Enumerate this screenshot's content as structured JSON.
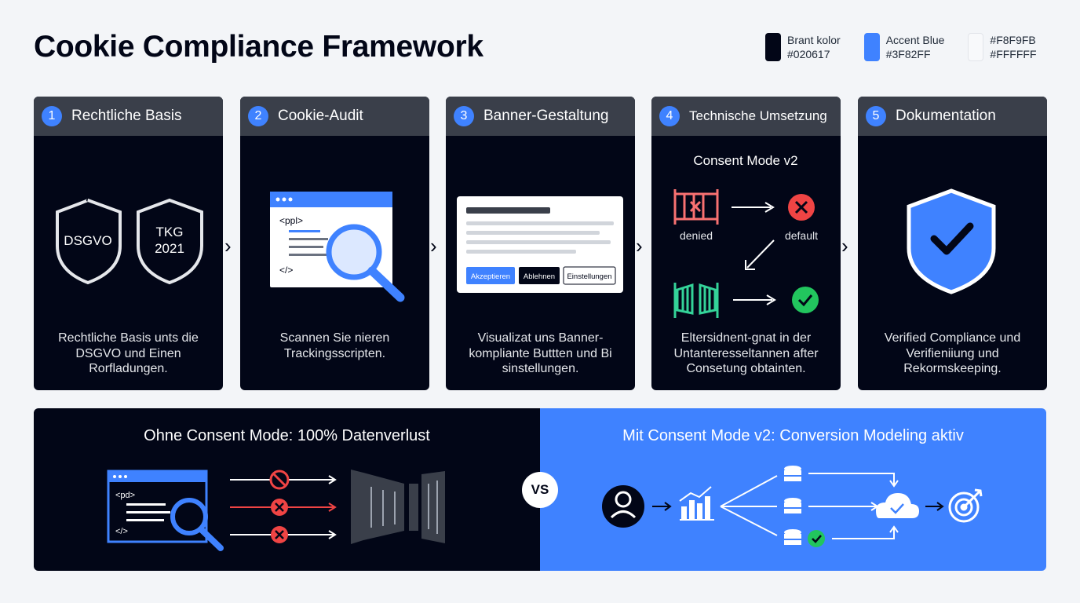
{
  "title": "Cookie Compliance Framework",
  "swatches": [
    {
      "name": "Brant kolor",
      "hex": "#020617",
      "color": "#020617"
    },
    {
      "name": "Accent Blue",
      "hex": "#3F82FF",
      "color": "#3F82FF"
    },
    {
      "name": "#F8F9FB",
      "hex": "#FFFFFF",
      "color": "#F8F9FB"
    }
  ],
  "steps": [
    {
      "num": "1",
      "title": "Rechtliche Basis",
      "desc": "Rechtliche Basis unts die DSGVO und Einen Rorfladungen.",
      "badges": [
        "DSGVO",
        "TKG",
        "2021"
      ]
    },
    {
      "num": "2",
      "title": "Cookie-Audit",
      "desc": "Scannen Sie nieren Trackingsscripten.",
      "code_open": "<ppl>",
      "code_close": "</>"
    },
    {
      "num": "3",
      "title": "Banner-Gestaltung",
      "desc": "Visualizat uns Banner-kompliante Buttten und Bi sinstellungen.",
      "buttons": [
        "Akzeptieren",
        "Ablehnen",
        "Einstellungen"
      ]
    },
    {
      "num": "4",
      "title": "Technische Umsetzung",
      "desc": "Eltersidnent-gnat in der Untanteresseltannen after Consetung obtainten.",
      "consent_title": "Consent Mode v2",
      "denied": "denied",
      "default": "default"
    },
    {
      "num": "5",
      "title": "Dokumentation",
      "desc": "Verified Compliance und Verifieniiung und Rekormskeeping."
    }
  ],
  "comparison": {
    "left_title": "Ohne Consent Mode: 100% Datenverlust",
    "right_title": "Mit Consent Mode v2: Conversion Modeling aktiv",
    "vs": "VS",
    "code_open": "<pd>",
    "code_close": "</>"
  },
  "colors": {
    "brand": "#020617",
    "accent": "#3F82FF",
    "danger": "#ef4444",
    "success": "#22c55e"
  },
  "icons": [
    "shield-icon",
    "magnifier-icon",
    "gate-closed-icon",
    "gate-open-icon",
    "check-shield-icon",
    "user-icon",
    "chart-icon",
    "database-icon",
    "cloud-icon",
    "target-icon"
  ]
}
